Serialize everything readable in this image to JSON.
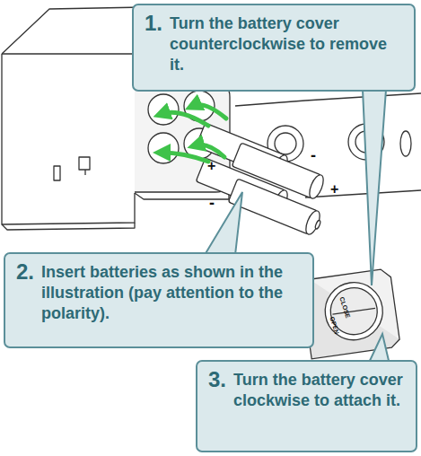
{
  "diagram": {
    "nodes": [
      {
        "text": [
          "1.",
          "Turn the battery cover counterclockwise to remove it."
        ]
      },
      {
        "text": [
          "2.",
          "Insert batteries as shown in the illustration (pay attention to the polarity)."
        ]
      },
      {
        "text": [
          "3.",
          "Turn the battery cover clockwise to attach it."
        ]
      }
    ],
    "labels": [
      "+",
      "-",
      "-",
      "+",
      "CLOSE",
      "OPEN"
    ]
  }
}
